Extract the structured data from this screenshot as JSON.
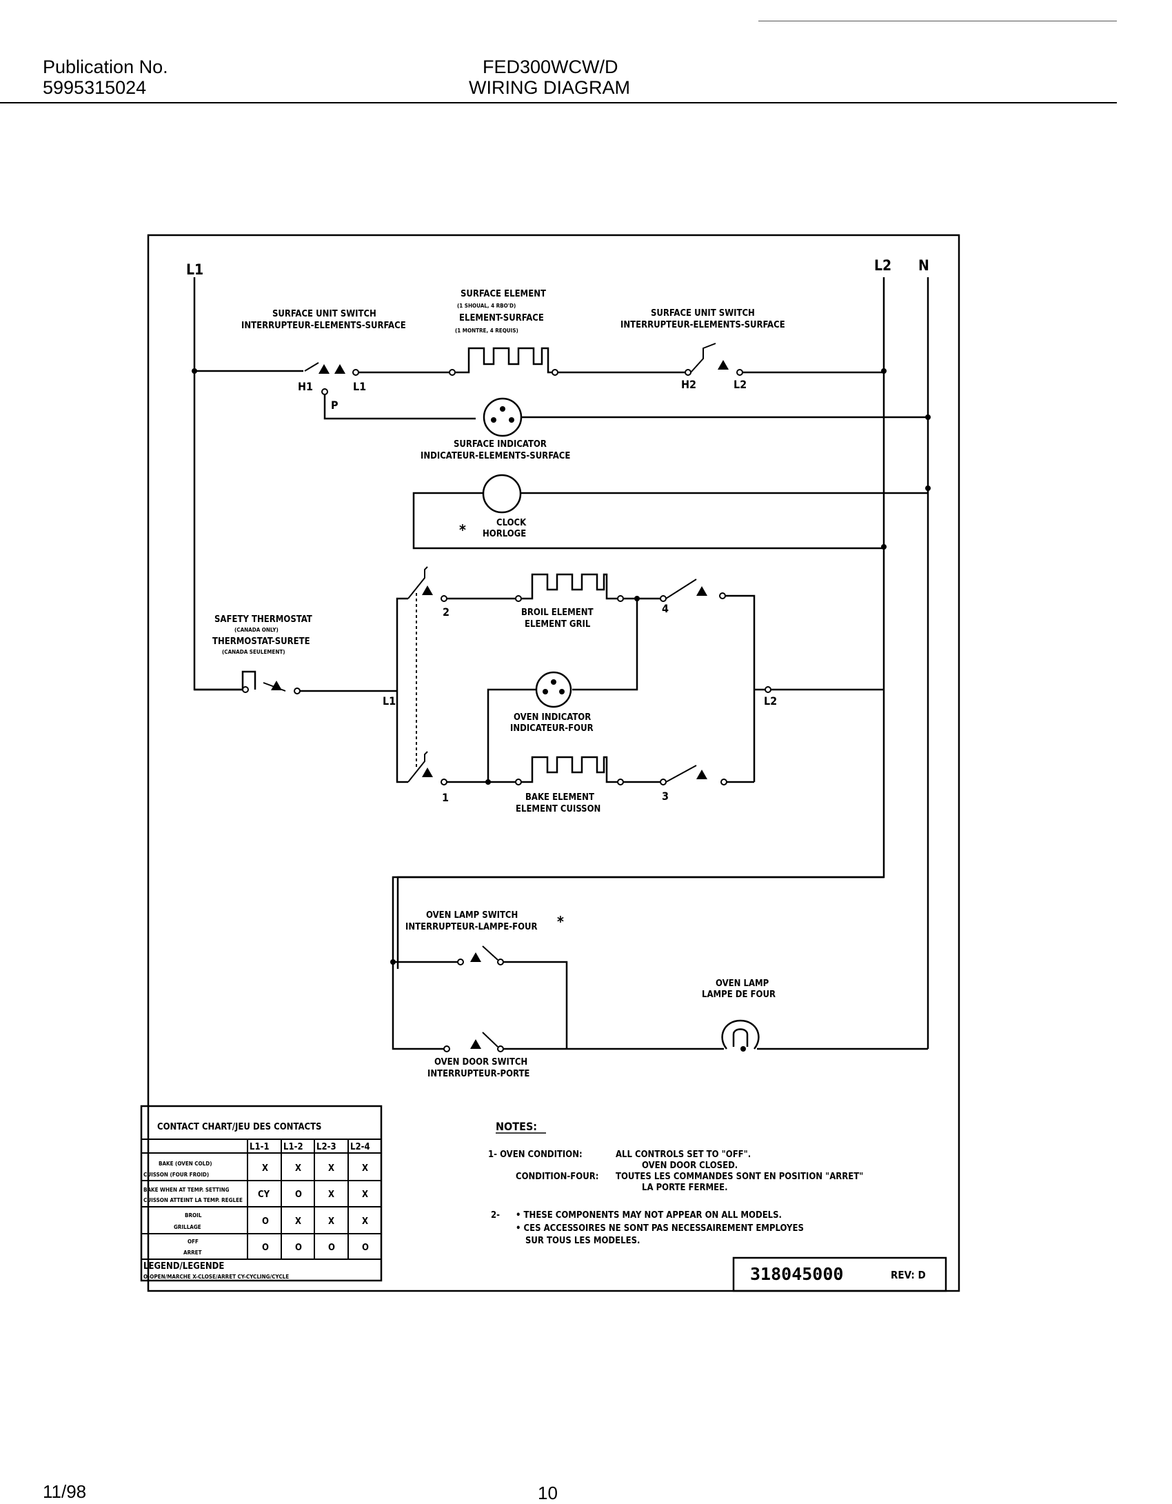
{
  "header": {
    "publication_label": "Publication No.",
    "publication_number": "5995315024",
    "model": "FED300WCW/D",
    "title": "WIRING DIAGRAM"
  },
  "diagram": {
    "lines": {
      "l1": "L1",
      "l2": "L2",
      "n": "N"
    },
    "surface_unit_switch_left": {
      "line1": "SURFACE UNIT SWITCH",
      "line2": "INTERRUPTEUR-ELEMENTS-SURFACE"
    },
    "surface_element": {
      "line1": "SURFACE ELEMENT",
      "line2": "(1 SHOUAL, 4 RBO'D)",
      "line3": "ELEMENT-SURFACE",
      "line4": "(1 MONTRE, 4 REQUIS)"
    },
    "surface_unit_switch_right": {
      "line1": "SURFACE UNIT SWITCH",
      "line2": "INTERRUPTEUR-ELEMENTS-SURFACE"
    },
    "terminals": {
      "h1": "H1",
      "l1_top": "L1",
      "p": "P",
      "h2": "H2",
      "l2_top": "L2",
      "t2": "2",
      "t4": "4",
      "t1": "1",
      "t3": "3",
      "l1_oven": "L1",
      "l2_oven": "L2"
    },
    "surface_indicator": {
      "line1": "SURFACE INDICATOR",
      "line2": "INDICATEUR-ELEMENTS-SURFACE"
    },
    "clock": {
      "line1": "CLOCK",
      "line2": "HORLOGE",
      "asterisk": "*"
    },
    "safety_thermostat": {
      "line1": "SAFETY THERMOSTAT",
      "line2": "(CANADA ONLY)",
      "line3": "THERMOSTAT-SURETE",
      "line4": "(CANADA SEULEMENT)"
    },
    "broil_element": {
      "line1": "BROIL ELEMENT",
      "line2": "ELEMENT GRIL"
    },
    "oven_indicator": {
      "line1": "OVEN INDICATOR",
      "line2": "INDICATEUR-FOUR"
    },
    "bake_element": {
      "line1": "BAKE ELEMENT",
      "line2": "ELEMENT CUISSON"
    },
    "oven_lamp_switch": {
      "line1": "OVEN LAMP SWITCH",
      "line2": "INTERRUPTEUR-LAMPE-FOUR",
      "asterisk": "*"
    },
    "oven_lamp": {
      "line1": "OVEN LAMP",
      "line2": "LAMPE DE FOUR"
    },
    "oven_door_switch": {
      "line1": "OVEN DOOR SWITCH",
      "line2": "INTERRUPTEUR-PORTE"
    }
  },
  "contact_chart": {
    "title": "CONTACT CHART/JEU DES CONTACTS",
    "columns": [
      "L1-1",
      "L1-2",
      "L2-3",
      "L2-4"
    ],
    "rows": [
      {
        "label1": "BAKE (OVEN COLD)",
        "label2": "CUISSON (FOUR FROID)",
        "values": [
          "X",
          "X",
          "X",
          "X"
        ]
      },
      {
        "label1": "BAKE WHEN AT TEMP. SETTING",
        "label2": "CUISSON ATTEINT LA TEMP. REGLEE",
        "values": [
          "CY",
          "O",
          "X",
          "X"
        ]
      },
      {
        "label1": "BROIL",
        "label2": "GRILLAGE",
        "values": [
          "O",
          "X",
          "X",
          "X"
        ]
      },
      {
        "label1": "OFF",
        "label2": "ARRET",
        "values": [
          "O",
          "O",
          "O",
          "O"
        ]
      }
    ],
    "legend_title": "LEGEND/LEGENDE",
    "legend": "O-OPEN/MARCHE  X-CLOSE/ARRET  CY-CYCLING/CYCLE"
  },
  "notes": {
    "title": "NOTES:",
    "n1_label": "1- OVEN CONDITION:",
    "n1_text1": "ALL CONTROLS SET TO \"OFF\".",
    "n1_text2": "OVEN DOOR CLOSED.",
    "n1_label_fr": "CONDITION-FOUR:",
    "n1_text3": "TOUTES LES COMMANDES SONT EN POSITION \"ARRET\"",
    "n1_text4": "LA PORTE FERMEE.",
    "n2_label": "2-",
    "n2_text1": "• THESE COMPONENTS MAY NOT APPEAR ON ALL MODELS.",
    "n2_text2": "• CES ACCESSOIRES NE SONT PAS NECESSAIREMENT EMPLOYES",
    "n2_text3": "SUR TOUS LES MODELES."
  },
  "part_number": "318045000",
  "revision": "REV: D",
  "footer": {
    "date": "11/98",
    "page": "10"
  }
}
